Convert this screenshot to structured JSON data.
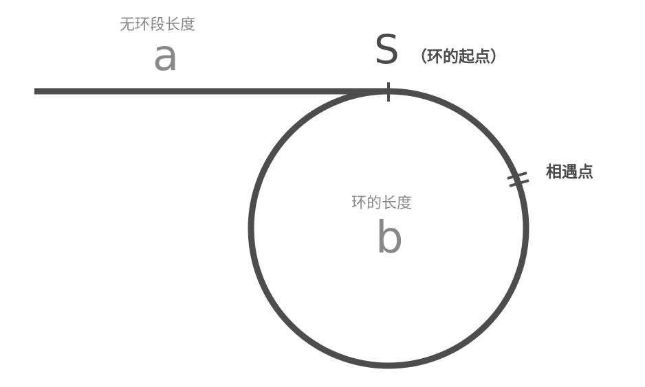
{
  "diagram": {
    "tail_caption": "无环段长度",
    "tail_symbol": "a",
    "start_symbol": "S",
    "start_note": "（环的起点）",
    "meet_label": "相遇点",
    "cycle_caption": "环的长度",
    "cycle_symbol": "b"
  },
  "colors": {
    "stroke": "#4d4d4d",
    "label_dark": "#4a4a4a",
    "label_gray": "#888888"
  }
}
